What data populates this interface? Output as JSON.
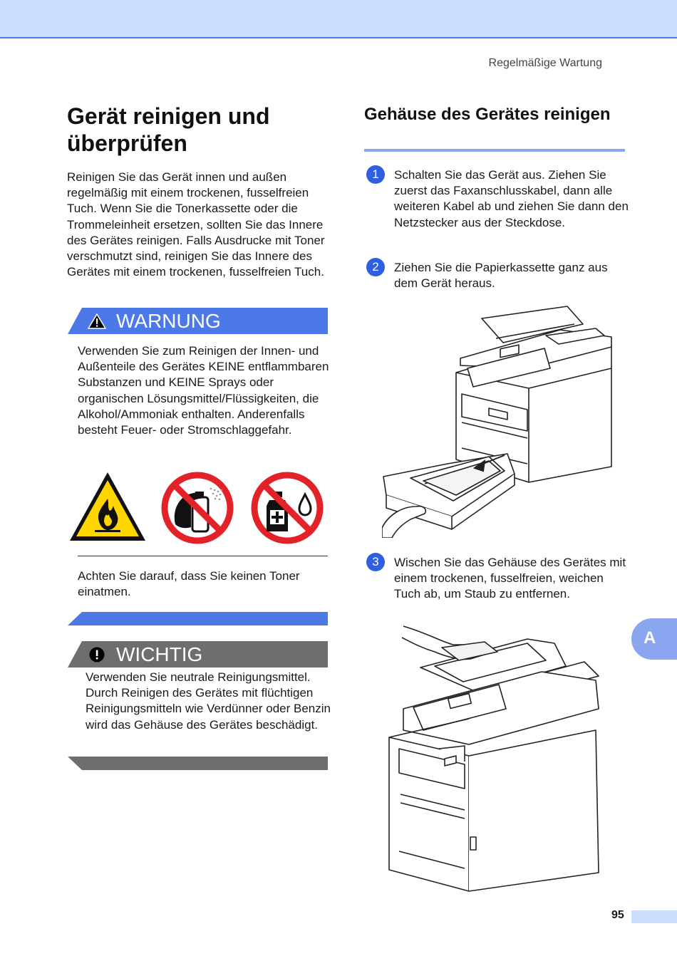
{
  "header": {
    "section_title": "Regelmäßige Wartung"
  },
  "left": {
    "title": "Gerät reinigen und überprüfen",
    "intro": "Reinigen Sie das Gerät innen und außen regelmäßig mit einem trockenen, fusselfreien Tuch. Wenn Sie die Tonerkassette oder die Trommeleinheit ersetzen, sollten Sie das Innere des Gerätes reinigen. Falls Ausdrucke mit Toner verschmutzt sind, reinigen Sie das Innere des Gerätes mit einem trockenen, fusselfreien Tuch.",
    "warning": {
      "label": "WARNUNG",
      "text": "Verwenden Sie zum Reinigen der Innen- und Außenteile des Gerätes KEINE entflammbaren Substanzen und KEINE Sprays oder organischen Lösungsmittel/Flüssigkeiten, die Alkohol/Ammoniak enthalten. Anderenfalls besteht Feuer- oder Stromschlaggefahr.",
      "note": "Achten Sie darauf, dass Sie keinen Toner einatmen.",
      "icons": [
        "flammable-warning-icon",
        "no-spray-icon",
        "no-liquid-icon"
      ]
    },
    "important": {
      "label": "WICHTIG",
      "text": "Verwenden Sie neutrale Reinigungsmittel. Durch Reinigen des Gerätes mit flüchtigen Reinigungsmitteln wie Verdünner oder Benzin wird das Gehäuse des Gerätes beschädigt."
    }
  },
  "right": {
    "title": "Gehäuse des Gerätes reinigen",
    "steps": [
      {
        "num": "1",
        "text": "Schalten Sie das Gerät aus. Ziehen Sie zuerst das Faxanschlusskabel, dann alle weiteren Kabel ab und ziehen Sie dann den Netzstecker aus der Steckdose."
      },
      {
        "num": "2",
        "text": "Ziehen Sie die Papierkassette ganz aus dem Gerät heraus."
      },
      {
        "num": "3",
        "text": "Wischen Sie das Gehäuse des Gerätes mit einem trockenen, fusselfreien, weichen Tuch ab, um Staub zu entfernen."
      }
    ]
  },
  "side_tab": {
    "label": "A"
  },
  "page_number": "95",
  "colors": {
    "accent_blue": "#4d78e8",
    "light_blue": "#ccdcff",
    "important_grey": "#6e6e6e",
    "prohibit_red": "#e32228",
    "warn_yellow": "#ffd500"
  }
}
